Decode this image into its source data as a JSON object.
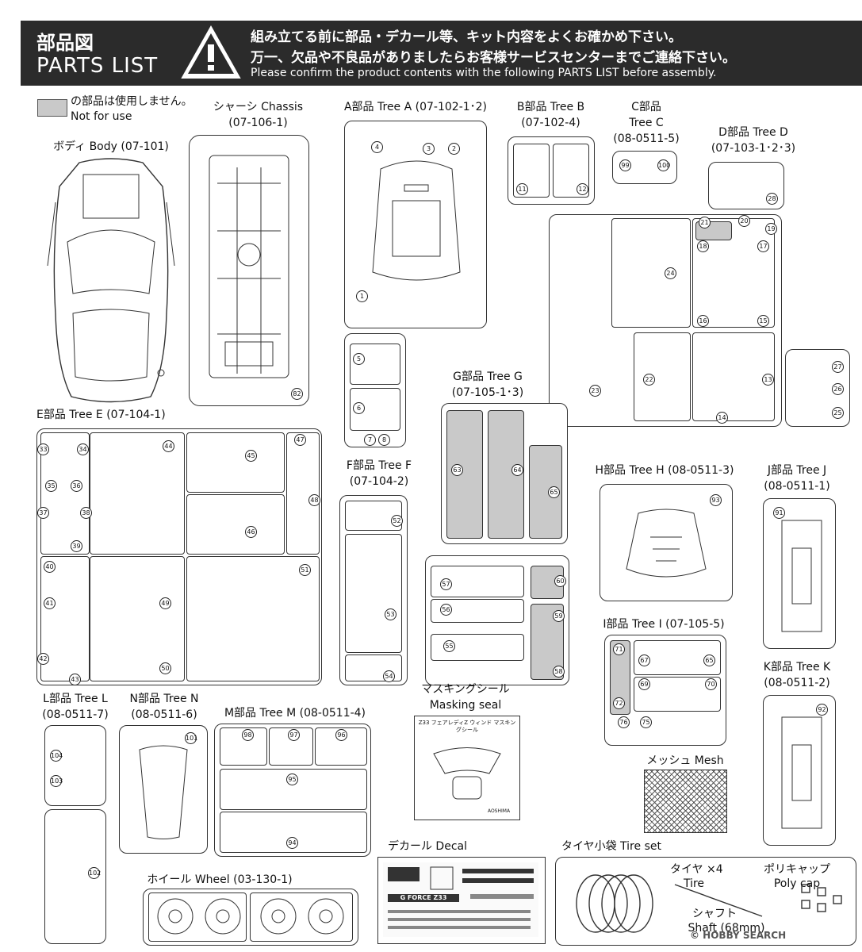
{
  "header": {
    "title_jp": "部品図",
    "title_en": "PARTS LIST",
    "notice_jp_1": "組み立てる前に部品・デカール等、キット内容をよくお確かめ下さい。",
    "notice_jp_2": "万一、欠品や不良品がありましたらお客様サービスセンターまでご連絡下さい。",
    "notice_en": "Please confirm the product contents with the following PARTS LIST before assembly."
  },
  "legend": {
    "jp": "の部品は使用しません。",
    "en": "Not for use"
  },
  "sections": {
    "body": {
      "label": "ボディ Body (07-101)"
    },
    "chassis": {
      "label": "シャーシ Chassis",
      "code": "(07-106-1)",
      "parts": [
        "82"
      ]
    },
    "tree_a": {
      "label": "A部品 Tree A (07-102-1･2)",
      "parts": [
        "1",
        "2",
        "3",
        "4",
        "5",
        "6",
        "7",
        "8"
      ]
    },
    "tree_b": {
      "label": "B部品 Tree B",
      "code": "(07-102-4)",
      "parts": [
        "11",
        "12"
      ]
    },
    "tree_c": {
      "label": "C部品",
      "label2": "Tree C",
      "code": "(08-0511-5)",
      "parts": [
        "99",
        "100"
      ]
    },
    "tree_d": {
      "label": "D部品 Tree D",
      "code": "(07-103-1･2･3)",
      "parts": [
        "13",
        "14",
        "15",
        "16",
        "17",
        "18",
        "19",
        "20",
        "21",
        "22",
        "23",
        "24",
        "25",
        "26",
        "27",
        "28"
      ]
    },
    "tree_e": {
      "label": "E部品 Tree E (07-104-1)",
      "parts": [
        "33",
        "34",
        "35",
        "36",
        "37",
        "38",
        "39",
        "40",
        "41",
        "42",
        "43",
        "44",
        "45",
        "46",
        "47",
        "48",
        "49",
        "50",
        "51"
      ]
    },
    "tree_f": {
      "label": "F部品 Tree F",
      "code": "(07-104-2)",
      "parts": [
        "52",
        "53",
        "54"
      ]
    },
    "tree_g": {
      "label": "G部品 Tree G",
      "code": "(07-105-1･3)",
      "parts": [
        "55",
        "56",
        "57",
        "58",
        "59",
        "60",
        "63",
        "64",
        "65"
      ]
    },
    "tree_h": {
      "label": "H部品 Tree H (08-0511-3)",
      "parts": [
        "93"
      ]
    },
    "tree_i": {
      "label": "I部品 Tree I (07-105-5)",
      "parts": [
        "65",
        "67",
        "69",
        "70",
        "71",
        "72",
        "75",
        "76"
      ]
    },
    "tree_j": {
      "label": "J部品 Tree J",
      "code": "(08-0511-1)",
      "parts": [
        "91"
      ]
    },
    "tree_k": {
      "label": "K部品 Tree K",
      "code": "(08-0511-2)",
      "parts": [
        "92"
      ]
    },
    "tree_l": {
      "label": "L部品 Tree L",
      "code": "(08-0511-7)",
      "parts": [
        "102",
        "103",
        "104"
      ]
    },
    "tree_n": {
      "label": "N部品 Tree N",
      "code": "(08-0511-6)",
      "parts": [
        "101"
      ]
    },
    "tree_m": {
      "label": "M部品 Tree M (08-0511-4)",
      "parts": [
        "94",
        "95",
        "96",
        "97",
        "98"
      ]
    },
    "masking": {
      "label_jp": "マスキングシール",
      "label_en": "Masking seal",
      "sheet_title": "Z33 フェアレディZ ウィンド マスキングシール",
      "brand": "AOSHIMA"
    },
    "mesh": {
      "label": "メッシュ Mesh"
    },
    "decal": {
      "label": "デカール Decal",
      "text1": "G FORCE Z33"
    },
    "wheel": {
      "label": "ホイール Wheel (03-130-1)"
    },
    "tire_set": {
      "label": "タイヤ小袋 Tire set",
      "tire_jp": "タイヤ ×4",
      "tire_en": "Tire",
      "polycap_jp": "ポリキャップ",
      "polycap_en": "Poly cap",
      "shaft_jp": "シャフト",
      "shaft_en": "Shaft (68mm)"
    }
  },
  "watermark": "© HOBBY SEARCH"
}
